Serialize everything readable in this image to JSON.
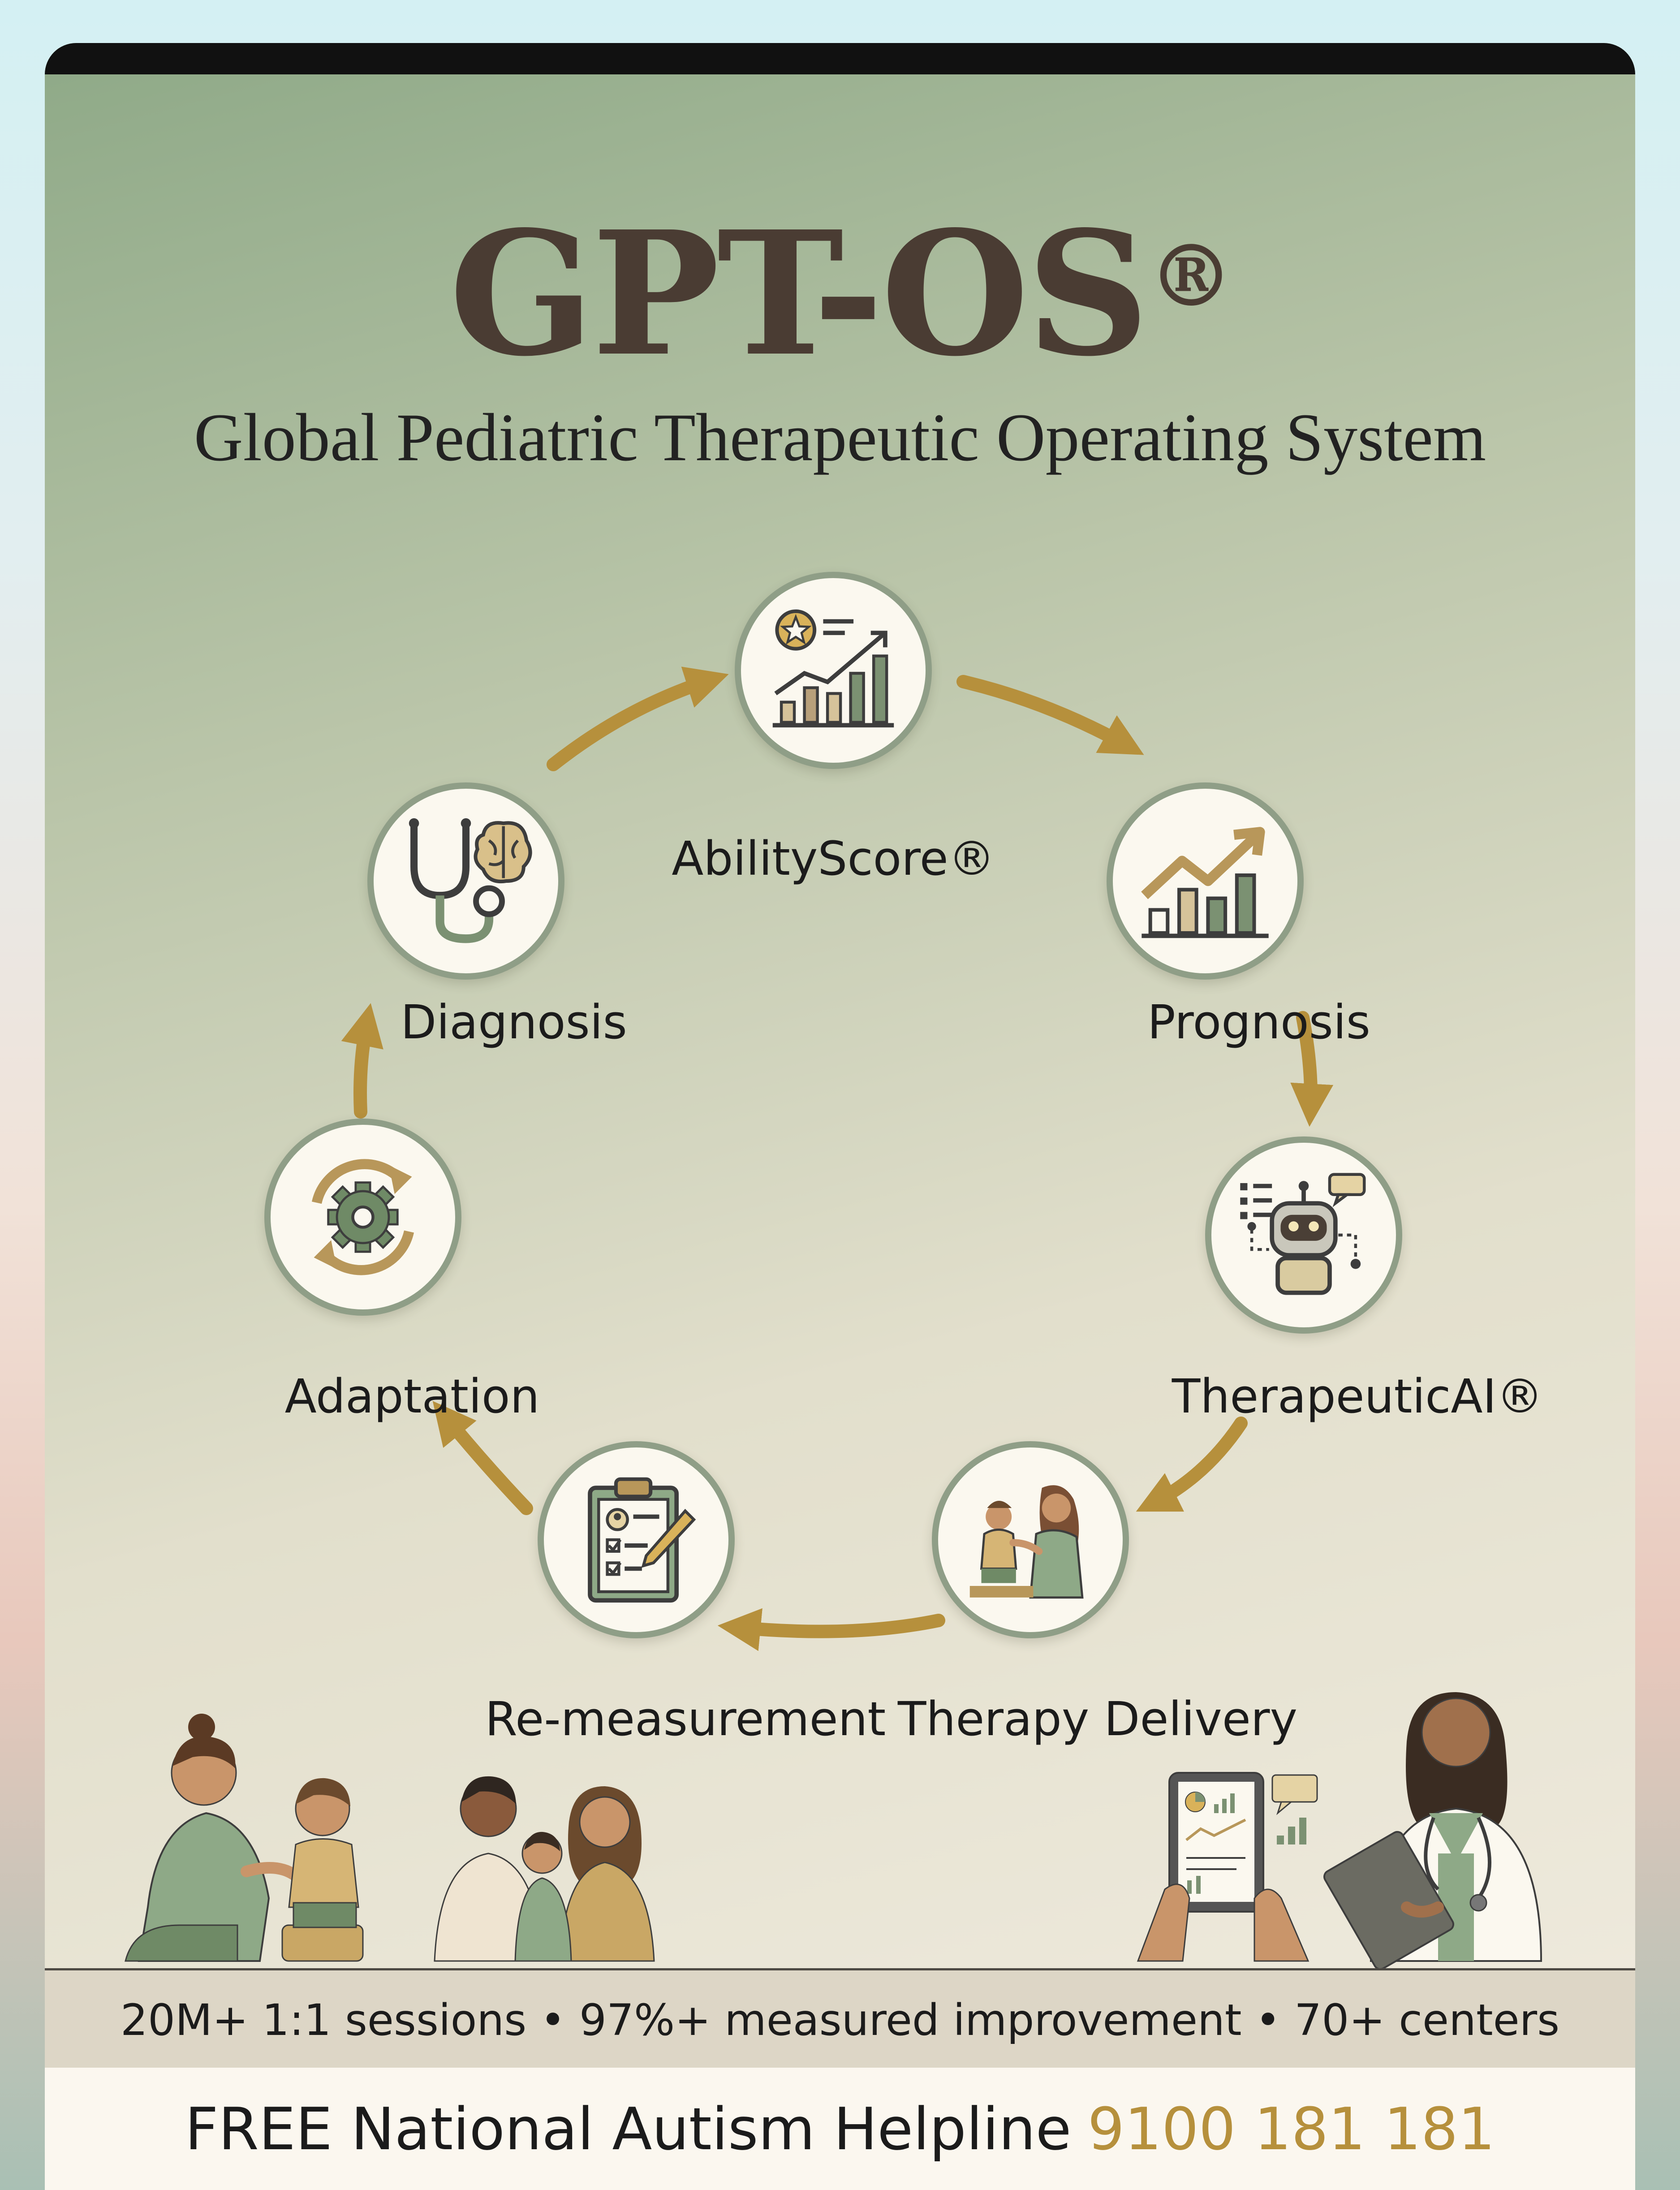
{
  "header": {
    "title": "GPT-OS",
    "title_mark": "®",
    "subtitle": "Global Pediatric Therapeutic Operating System"
  },
  "cycle": {
    "arrow_color": "#b6903c",
    "steps": [
      {
        "label": "AbilityScore®",
        "icon": "ability-score-icon"
      },
      {
        "label": "Prognosis",
        "icon": "prognosis-chart-icon"
      },
      {
        "label": "TherapeuticAI®",
        "icon": "robot-icon"
      },
      {
        "label": "Therapy Delivery",
        "icon": "therapist-child-icon"
      },
      {
        "label": "Re-measurement",
        "icon": "clipboard-icon"
      },
      {
        "label": "Adaptation",
        "icon": "gear-cycle-icon"
      },
      {
        "label": "Diagnosis",
        "icon": "stethoscope-brain-icon"
      }
    ]
  },
  "stats": {
    "text": "20M+ 1:1 sessions • 97%+ measured improvement • 70+ centers"
  },
  "helpline": {
    "label": "FREE National Autism Helpline",
    "phone": "9100 181 181"
  },
  "colors": {
    "sage": "#8ea987",
    "gold": "#b6903c",
    "title_brown": "#4a3c33",
    "cream": "#fbf8ef"
  }
}
